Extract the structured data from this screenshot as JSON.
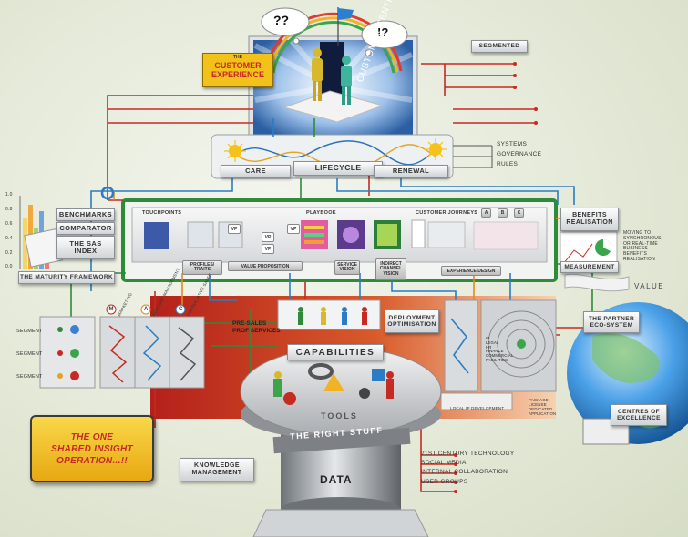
{
  "top": {
    "bubble_left": "??",
    "bubble_right": "!?",
    "customer_experience": [
      "THE",
      "CUSTOMER",
      "EXPERIENCE"
    ],
    "customer_centricity": "CUSTOMER CENTRICITY",
    "segmented": "SEGMENTED"
  },
  "lifecycle": {
    "care": "CARE",
    "lifecycle": "LIFECYCLE",
    "renewal": "RENEWAL"
  },
  "governance_list": [
    "SYSTEMS",
    "GOVERNANCE",
    "RULES"
  ],
  "maturity": {
    "axis_ticks": [
      "1.0",
      "0.8",
      "0.6",
      "0.4",
      "0.2",
      "0.0"
    ],
    "benchmarks": "BENCHMARKS",
    "comparator": "COMPARATOR",
    "sas_index": [
      "THE SAS",
      "INDEX"
    ],
    "framework": "THE MATURITY FRAMEWORK"
  },
  "playbook_panel": {
    "touchpoints": "TOUCHPOINTS",
    "playbook": "PLAYBOOK",
    "customer_journeys": "CUSTOMER JOURNEYS",
    "journey_tabs": [
      "A",
      "B",
      "C"
    ],
    "vp_labels": [
      "VP",
      "VP",
      "VP",
      "VP"
    ],
    "profiles": [
      "PROFILES/",
      "TRAITS"
    ],
    "value_proposition": "VALUE PROPOSITION",
    "service_vision": [
      "SERVICE",
      "VISION"
    ],
    "indirect_channel": [
      "INDIRECT",
      "CHANNEL",
      "VISION"
    ],
    "experience_design": "EXPERIENCE DESIGN"
  },
  "benefits": {
    "benefits_realisation": [
      "BENEFITS",
      "REALISATION"
    ],
    "moving_to": [
      "MOVING TO",
      "SYNCHRONOUS",
      "OR REAL-TIME",
      "BUSINESS",
      "BENEFITS",
      "REALISATION"
    ],
    "measurement": "MEASUREMENT",
    "value": "VALUE"
  },
  "segments": {
    "labels": [
      "SEGMENT",
      "SEGMENT",
      "SEGMENT"
    ],
    "circles": [
      "M",
      "A",
      "C"
    ],
    "column_titles": [
      "MARKETING",
      "ACCOUNT MANAGEMENT",
      "CONSULTATIVE SALES"
    ],
    "presales": [
      "PRE-SALES",
      "PROF SERVICES"
    ]
  },
  "capabilities": {
    "deployment": [
      "DEPLOYMENT",
      "OPTIMISATION"
    ],
    "capabilities": "CAPABILITIES",
    "local_ip": "LOCAL IP DEVELOPMENT",
    "ip_list": [
      "IP",
      "LEGAL",
      "HR",
      "FINANCE",
      "COMMERCIAL",
      "FACILITIES"
    ],
    "package": [
      "PACKAGE",
      "LICENSE",
      "DEDICATED",
      "APPLICATION"
    ]
  },
  "partner": {
    "eco_system": [
      "THE PARTNER",
      "ECO-SYSTEM"
    ],
    "centres": [
      "CENTRES OF",
      "EXCELLENCE"
    ]
  },
  "bottom": {
    "one_shared": [
      "THE ONE",
      "SHARED INSIGHT",
      "OPERATION...!!"
    ],
    "tools": "TOOLS",
    "right_stuff": "THE RIGHT STUFF",
    "data": "DATA",
    "knowledge": [
      "KNOWLEDGE",
      "MANAGEMENT"
    ],
    "tech_list": [
      "21ST CENTURY TECHNOLOGY",
      "SOCIAL MEDIA",
      "INTERNAL COLLABORATION",
      "USER GROUPS"
    ]
  },
  "colors": {
    "red": "#c62a22",
    "green": "#2f8a3a",
    "blue": "#2a7cc4",
    "orange": "#e58a1f",
    "yellow_box": "#f2c21a"
  }
}
